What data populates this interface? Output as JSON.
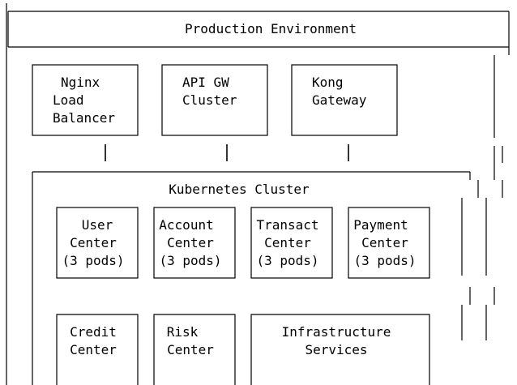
{
  "production": {
    "title": "Production Environment"
  },
  "gateways": [
    {
      "lines": [
        "Nginx",
        "Load",
        "Balancer"
      ]
    },
    {
      "lines": [
        "API GW",
        "Cluster"
      ]
    },
    {
      "lines": [
        "Kong",
        "Gateway"
      ]
    }
  ],
  "kubernetes": {
    "title": "Kubernetes Cluster",
    "services": [
      {
        "lines": [
          "User",
          "Center",
          "(3 pods)"
        ]
      },
      {
        "lines": [
          "Account",
          "Center",
          "(3 pods)"
        ]
      },
      {
        "lines": [
          "Transact",
          "Center",
          "(3 pods)"
        ]
      },
      {
        "lines": [
          "Payment",
          "Center",
          "(3 pods)"
        ]
      }
    ],
    "lower_services": [
      {
        "lines": [
          "Credit",
          "Center"
        ]
      },
      {
        "lines": [
          "Risk",
          "Center"
        ]
      },
      {
        "lines": [
          "Infrastructure",
          "Services"
        ]
      }
    ]
  }
}
